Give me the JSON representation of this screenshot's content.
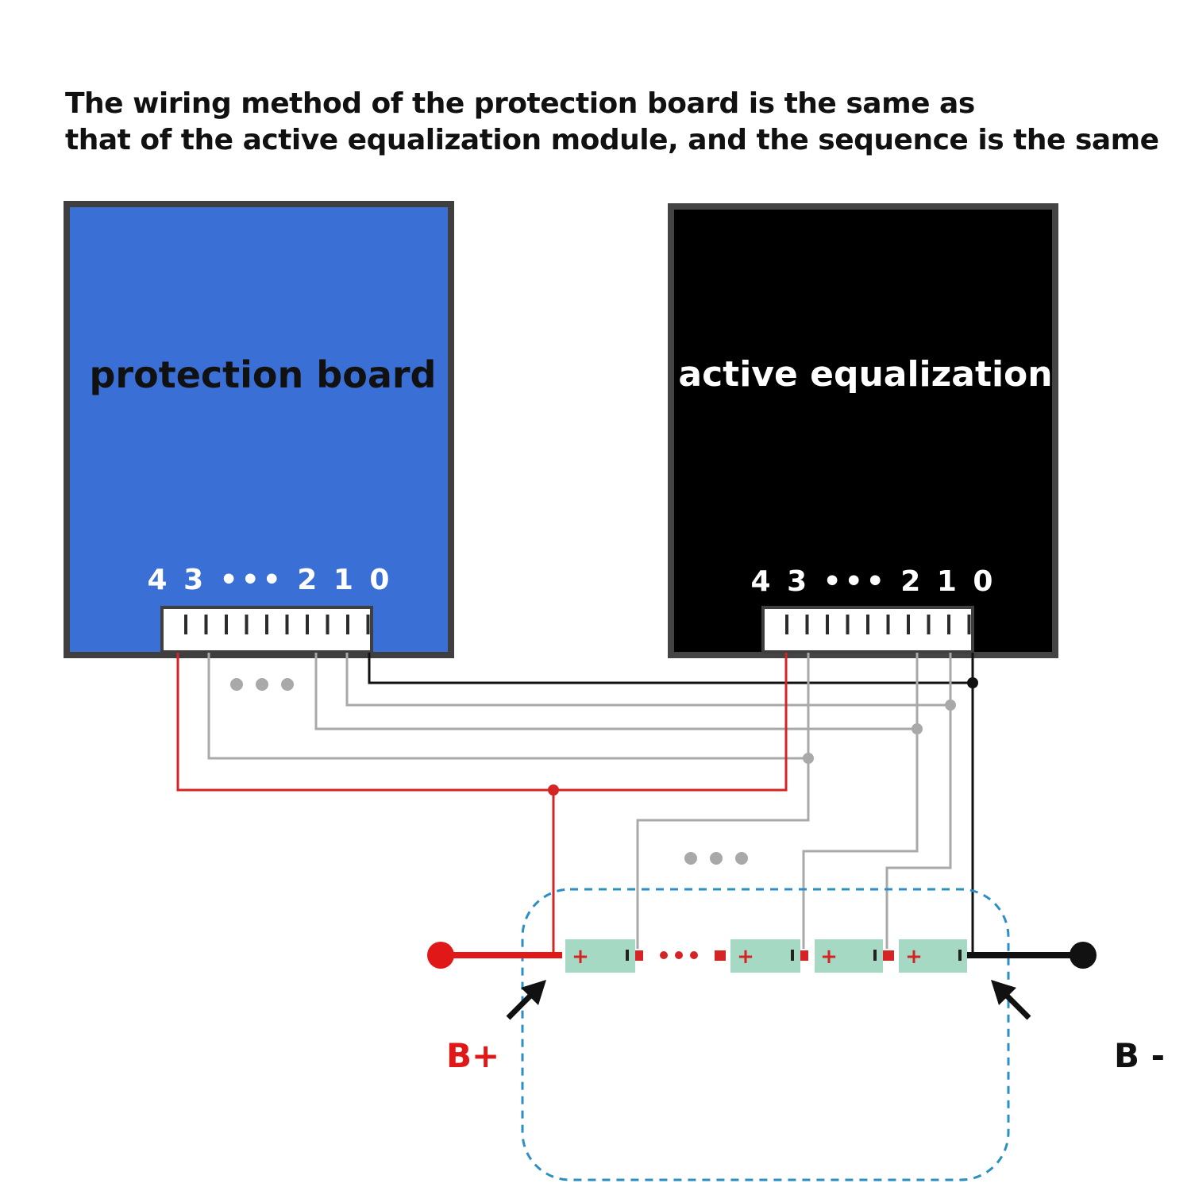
{
  "caption": {
    "line1": "The wiring method of the protection board is the same as",
    "line2": "that of the active equalization module, and the sequence is the same"
  },
  "protection_board": {
    "label": "protection board",
    "pins_label": "4 3 ••• 2 1 0",
    "color": "#3a6fd6"
  },
  "active_equalization": {
    "label": "active equalization",
    "pins_label": "4 3 ••• 2 1 0",
    "color": "#000000"
  },
  "battery_pack": {
    "cell_plus": "+",
    "cell_color": "#a6d9c4"
  },
  "terminals": {
    "positive": "B+",
    "negative": "B -",
    "positive_color": "#e01818",
    "negative_color": "#111111"
  },
  "colors": {
    "red_wire": "#d42424",
    "gray_wire": "#a9a9a9",
    "black_wire": "#111111",
    "dashed_outline": "#2a8fc4"
  }
}
